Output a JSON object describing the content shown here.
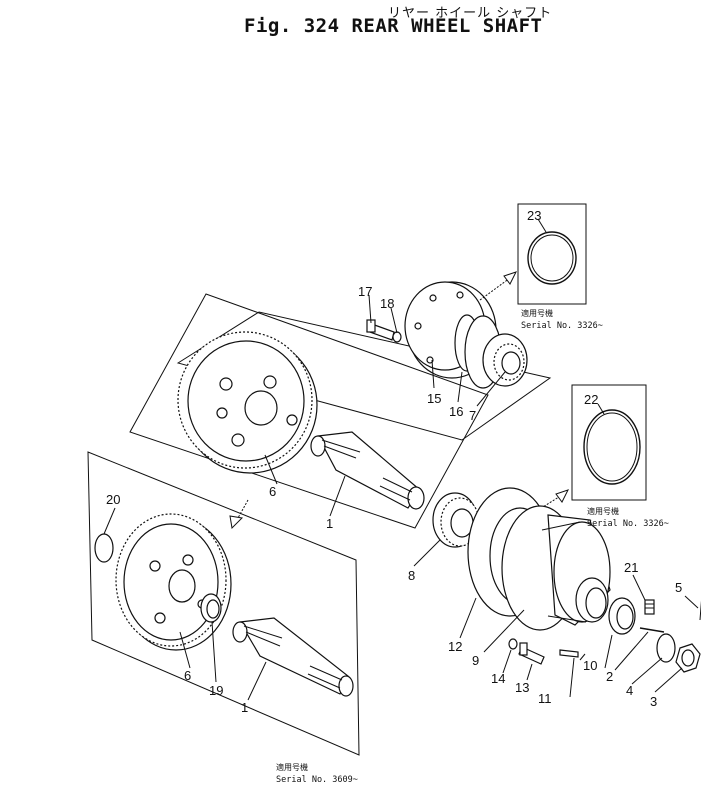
{
  "header": {
    "title_jp": "リヤー ホイール シャフト",
    "title_en": "Fig. 324 REAR WHEEL SHAFT"
  },
  "callouts": {
    "c1a": "1",
    "c1b": "1",
    "c2": "2",
    "c3": "3",
    "c4": "4",
    "c5": "5",
    "c6a": "6",
    "c6b": "6",
    "c7": "7",
    "c8": "8",
    "c9": "9",
    "c10": "10",
    "c11": "11",
    "c12": "12",
    "c13": "13",
    "c14": "14",
    "c15": "15",
    "c16": "16",
    "c17": "17",
    "c18": "18",
    "c19": "19",
    "c20": "20",
    "c21": "21",
    "c22": "22",
    "c23": "23"
  },
  "notes": {
    "box23": {
      "jp": "適用号機",
      "serial": "Serial No. 3326~"
    },
    "box22": {
      "jp": "適用号機",
      "serial": "Serial No. 3326~"
    },
    "bottom": {
      "jp": "適用号機",
      "serial": "Serial No. 3609~"
    }
  }
}
